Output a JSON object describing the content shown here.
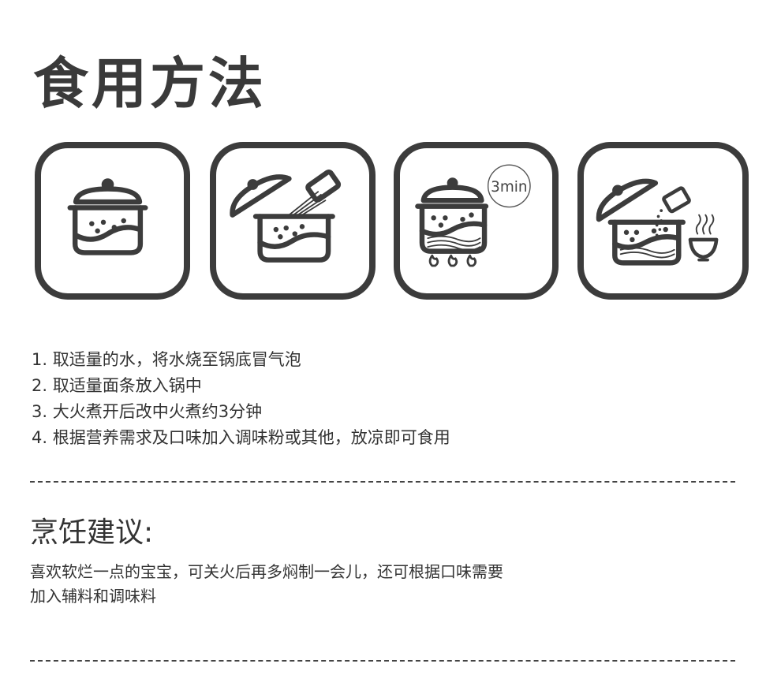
{
  "title": "食用方法",
  "timer_label": "3min",
  "steps": [
    "1. 取适量的水，将水烧至锅底冒气泡",
    "2. 取适量面条放入锅中",
    "3. 大火煮开后改中火煮约3分钟",
    "4. 根据营养需求及口味加入调味粉或其他，放凉即可食用"
  ],
  "tips": {
    "heading": "烹饪建议:",
    "lines": [
      "喜欢软烂一点的宝宝，可关火后再多焖制一会儿，还可根据口味需要",
      "加入辅料和调味料"
    ]
  },
  "colors": {
    "icon": "#3c3c3c",
    "text": "#333333"
  }
}
